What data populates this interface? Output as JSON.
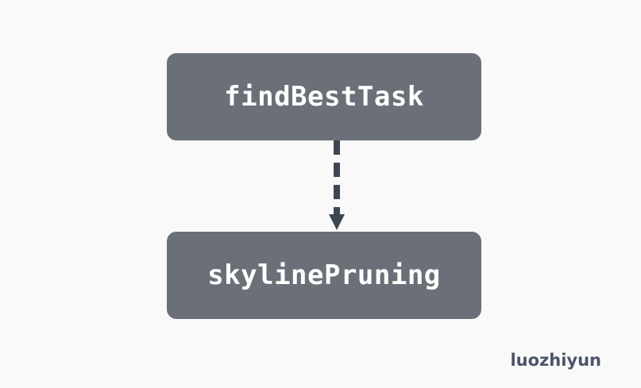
{
  "diagram": {
    "nodes": [
      {
        "id": "top",
        "label": "findBestTask"
      },
      {
        "id": "bottom",
        "label": "skylinePruning"
      }
    ],
    "edges": [
      {
        "from": "top",
        "to": "bottom",
        "style": "dashed",
        "arrow": "end"
      }
    ]
  },
  "watermark": "luozhiyun",
  "colors": {
    "background": "#f9f9f9",
    "node_fill": "#6b7078",
    "node_text": "#ffffff",
    "edge": "#3f4653",
    "watermark": "#4b5567"
  }
}
